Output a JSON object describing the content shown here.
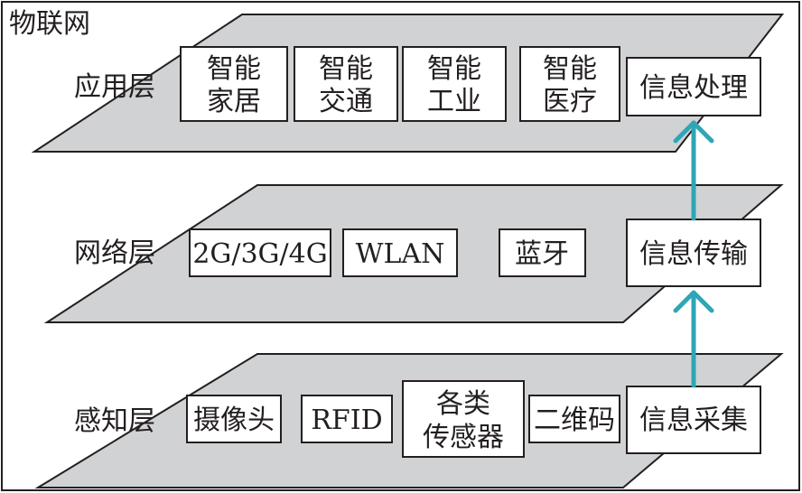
{
  "title": "物联网",
  "colors": {
    "plane": "#d1d2d4",
    "arrow": "#2fa6b5",
    "border": "#231f20"
  },
  "layers": {
    "application": {
      "label": "应用层",
      "items": [
        {
          "line1": "智能",
          "line2": "家居"
        },
        {
          "line1": "智能",
          "line2": "交通"
        },
        {
          "line1": "智能",
          "line2": "工业"
        },
        {
          "line1": "智能",
          "line2": "医疗"
        }
      ],
      "process": "信息处理"
    },
    "network": {
      "label": "网络层",
      "items": [
        "2G/3G/4G",
        "WLAN",
        "蓝牙"
      ],
      "process": "信息传输"
    },
    "perception": {
      "label": "感知层",
      "items": [
        {
          "line1": "摄像头"
        },
        {
          "line1": "RFID"
        },
        {
          "line1": "各类",
          "line2": "传感器"
        },
        {
          "line1": "二维码"
        }
      ],
      "process": "信息采集"
    }
  }
}
